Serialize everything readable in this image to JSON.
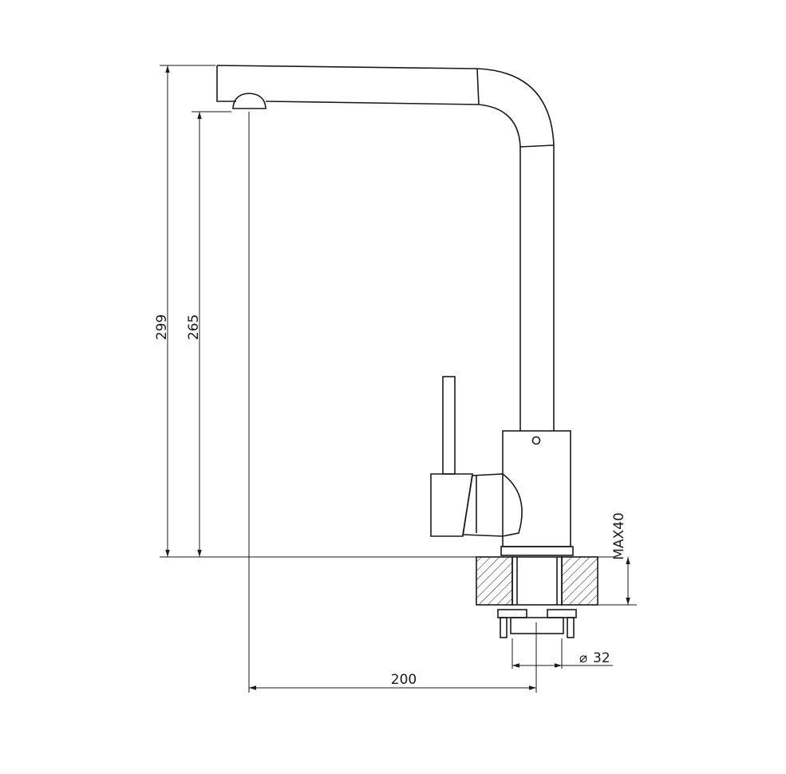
{
  "drawing": {
    "dimensions": {
      "total_height": "299",
      "spout_height": "265",
      "spout_reach": "200",
      "hole_diameter_symbol": "⌀",
      "hole_diameter": "32",
      "max_thickness": "MAX40"
    },
    "colors": {
      "line": "#1a1a1a",
      "background": "#ffffff"
    }
  }
}
